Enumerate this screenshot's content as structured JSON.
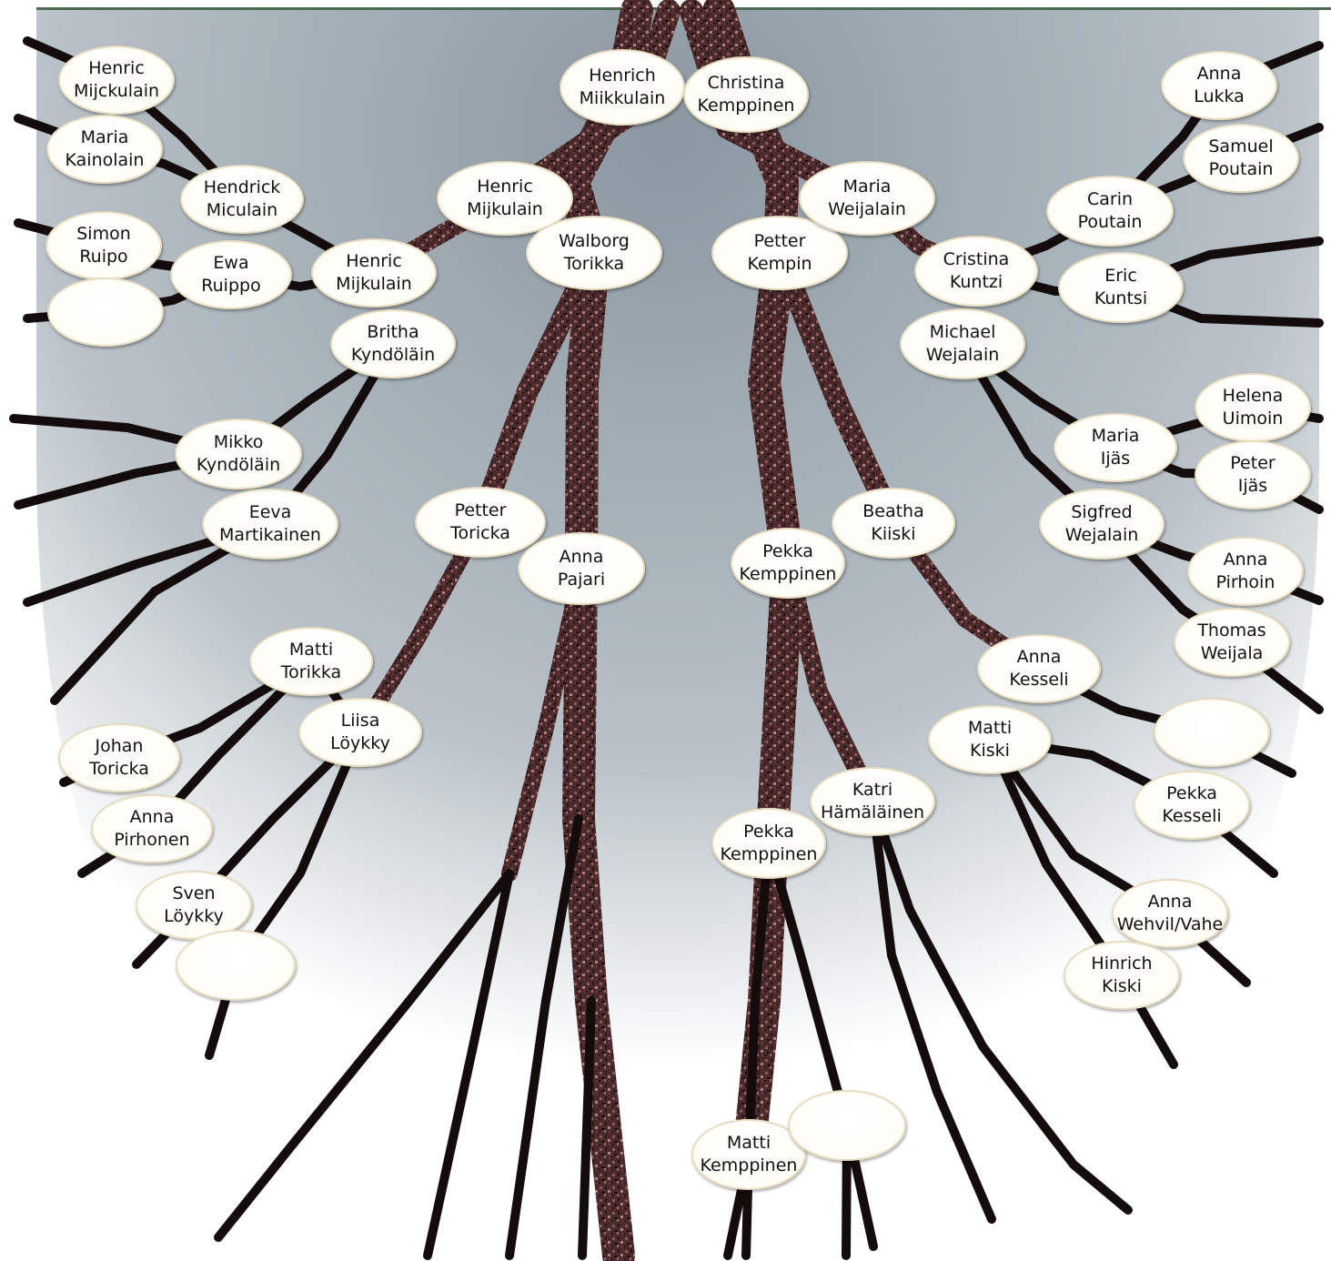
{
  "colors": {
    "trunk": "#5a3436",
    "root": "#1a1212",
    "background_inner": "#8a96a0",
    "background_outer": "#ffffff",
    "node_fill": "#fffdf6",
    "node_border": "#e8dcc0"
  },
  "nodes": [
    {
      "id": "n1",
      "line1": "Henrich",
      "line2": "Miikkulain"
    },
    {
      "id": "n2",
      "line1": "Christina",
      "line2": "Kemppinen"
    },
    {
      "id": "n3",
      "line1": "Henric",
      "line2": "Mijkulain"
    },
    {
      "id": "n4",
      "line1": "Walborg",
      "line2": "Torikka"
    },
    {
      "id": "n5",
      "line1": "Petter",
      "line2": "Kempin"
    },
    {
      "id": "n6",
      "line1": "Maria",
      "line2": "Weijalain"
    },
    {
      "id": "n7",
      "line1": "Henric",
      "line2": "Mijckulain"
    },
    {
      "id": "n8",
      "line1": "Maria",
      "line2": "Kainolain"
    },
    {
      "id": "n9",
      "line1": "Hendrick",
      "line2": "Miculain"
    },
    {
      "id": "n10",
      "line1": "Simon",
      "line2": "Ruipo"
    },
    {
      "id": "n11",
      "line1": "Ewa",
      "line2": "Ruippo"
    },
    {
      "id": "n12",
      "line1": "",
      "line2": ""
    },
    {
      "id": "n13",
      "line1": "Henric",
      "line2": "Mijkulain"
    },
    {
      "id": "n14",
      "line1": "Britha",
      "line2": "Kyndöläin"
    },
    {
      "id": "n15",
      "line1": "Anna",
      "line2": "Lukka"
    },
    {
      "id": "n16",
      "line1": "Samuel",
      "line2": "Poutain"
    },
    {
      "id": "n17",
      "line1": "Carin",
      "line2": "Poutain"
    },
    {
      "id": "n18",
      "line1": "Cristina",
      "line2": "Kuntzi"
    },
    {
      "id": "n19",
      "line1": "Eric",
      "line2": "Kuntsi"
    },
    {
      "id": "n20",
      "line1": "Michael",
      "line2": "Wejalain"
    },
    {
      "id": "n21",
      "line1": "Mikko",
      "line2": "Kyndöläin"
    },
    {
      "id": "n22",
      "line1": "Eeva",
      "line2": "Martikainen"
    },
    {
      "id": "n23",
      "line1": "Petter",
      "line2": "Toricka"
    },
    {
      "id": "n24",
      "line1": "Anna",
      "line2": "Pajari"
    },
    {
      "id": "n25",
      "line1": "Pekka",
      "line2": "Kemppinen"
    },
    {
      "id": "n26",
      "line1": "Beatha",
      "line2": "Kiiski"
    },
    {
      "id": "n27",
      "line1": "Maria",
      "line2": "Ijäs"
    },
    {
      "id": "n28",
      "line1": "Helena",
      "line2": "Uimoin"
    },
    {
      "id": "n29",
      "line1": "Peter",
      "line2": "Ijäs"
    },
    {
      "id": "n30",
      "line1": "Sigfred",
      "line2": "Wejalain"
    },
    {
      "id": "n31",
      "line1": "Anna",
      "line2": "Pirhoin"
    },
    {
      "id": "n32",
      "line1": "Thomas",
      "line2": "Weijala"
    },
    {
      "id": "n33",
      "line1": "Matti",
      "line2": "Torikka"
    },
    {
      "id": "n34",
      "line1": "Liisa",
      "line2": "Löykky"
    },
    {
      "id": "n35",
      "line1": "Johan",
      "line2": "Toricka"
    },
    {
      "id": "n36",
      "line1": "Anna",
      "line2": "Pirhonen"
    },
    {
      "id": "n37",
      "line1": "Sven",
      "line2": "Löykky"
    },
    {
      "id": "n38",
      "line1": "",
      "line2": ""
    },
    {
      "id": "n39",
      "line1": "Anna",
      "line2": "Kesseli"
    },
    {
      "id": "n40",
      "line1": "Matti",
      "line2": "Kiski"
    },
    {
      "id": "n41",
      "line1": "",
      "line2": ""
    },
    {
      "id": "n42",
      "line1": "Pekka",
      "line2": "Kesseli"
    },
    {
      "id": "n43",
      "line1": "Katri",
      "line2": "Hämäläinen"
    },
    {
      "id": "n44",
      "line1": "Pekka",
      "line2": "Kemppinen"
    },
    {
      "id": "n45",
      "line1": "Anna",
      "line2": "Wehvil/Vahe"
    },
    {
      "id": "n46",
      "line1": "Hinrich",
      "line2": "Kiski"
    },
    {
      "id": "n47",
      "line1": "Matti",
      "line2": "Kemppinen"
    },
    {
      "id": "n48",
      "line1": "",
      "line2": ""
    }
  ]
}
